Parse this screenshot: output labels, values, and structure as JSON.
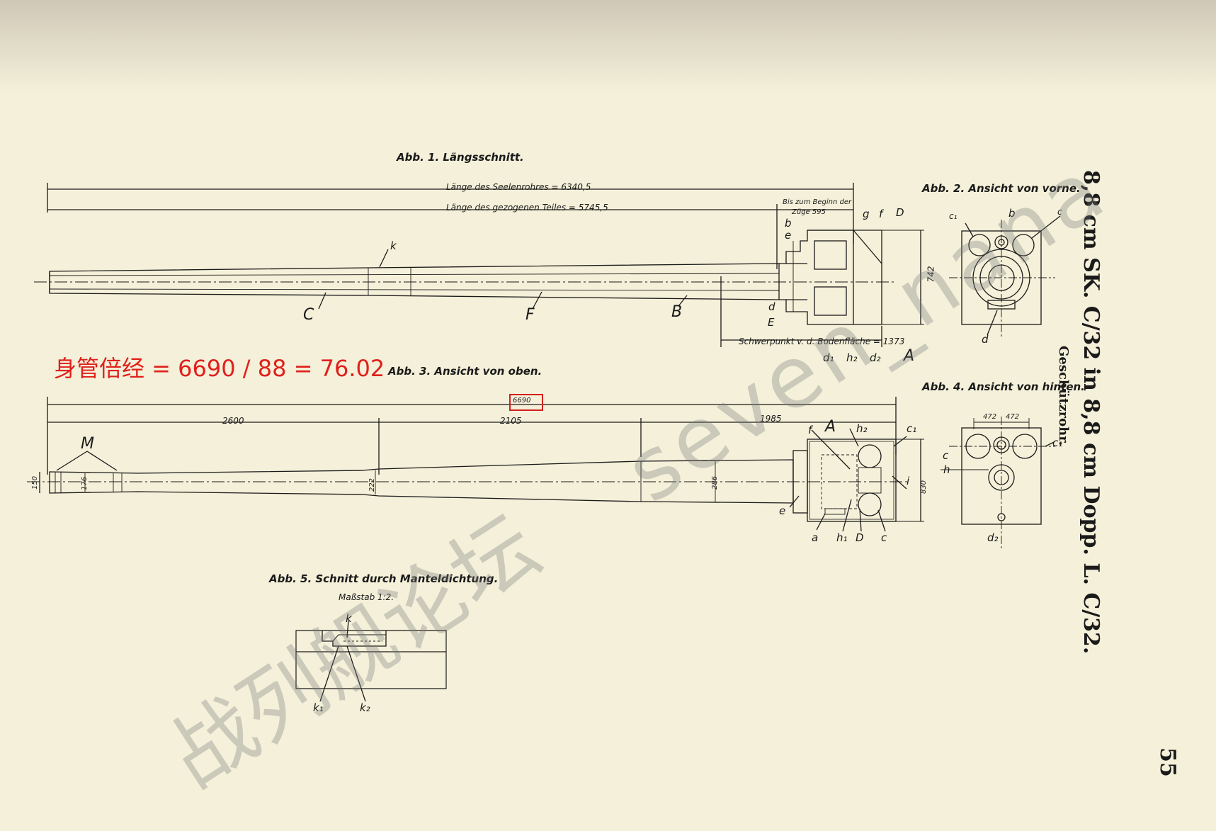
{
  "side_title": "8,8 cm SK. C/32 in 8,8 cm Dopp. L. C/32.",
  "side_subtitle": "Geschützrohr.",
  "page_number": "55",
  "annotation": {
    "text": "身管倍经 = 6690 / 88 = 76.02",
    "color": "#e0201c"
  },
  "watermark": {
    "chinese": "战列舰论坛",
    "latin": "seven_nana"
  },
  "fig1": {
    "caption": "Abb. 1. Längsschnitt.",
    "bore_length": "Länge des Seelenrohres = 6340,5",
    "rifled_length": "Länge des gezogenen Teiles = 5745,5",
    "rifling_start_line1": "Bis zum Beginn der",
    "rifling_start_line2": "Züge 595",
    "center_of_gravity": "Schwerpunkt v. d. Bodenfläche = 1373",
    "dim_742": "742",
    "labels": {
      "k": "k",
      "C": "C",
      "F": "F",
      "B": "B",
      "g": "g",
      "f": "f",
      "D": "D",
      "b": "b",
      "e": "e",
      "d": "d",
      "E": "E",
      "d1": "d₁",
      "h2": "h₂",
      "d2": "d₂",
      "A": "A"
    }
  },
  "fig2": {
    "caption": "Abb. 2. Ansicht von vorne.",
    "labels": {
      "c1": "c₁",
      "b": "b",
      "c": "c",
      "d": "d"
    }
  },
  "fig3": {
    "caption": "Abb. 3. Ansicht von oben.",
    "overall_length": "6690",
    "dim_2600": "2600",
    "dim_2105": "2105",
    "dim_1985": "1985",
    "dim_150": "150",
    "dim_176": "176",
    "dim_222": "222",
    "dim_286": "286",
    "dim_830": "830",
    "labels": {
      "M": "M",
      "f": "f",
      "A": "A",
      "h2": "h₂",
      "c1": "c₁",
      "e": "e",
      "a": "a",
      "h1": "h₁",
      "D": "D",
      "c": "c",
      "i": "i"
    }
  },
  "fig4": {
    "caption": "Abb. 4. Ansicht von hinten.",
    "dim_472a": "472",
    "dim_472b": "472",
    "labels": {
      "c": "c",
      "c1": "c₁",
      "h": "h",
      "d2": "d₂"
    }
  },
  "fig5": {
    "caption": "Abb. 5. Schnitt durch Manteldichtung.",
    "scale": "Maßstab 1:2.",
    "labels": {
      "k": "k",
      "k1": "k₁",
      "k2": "k₂"
    }
  }
}
